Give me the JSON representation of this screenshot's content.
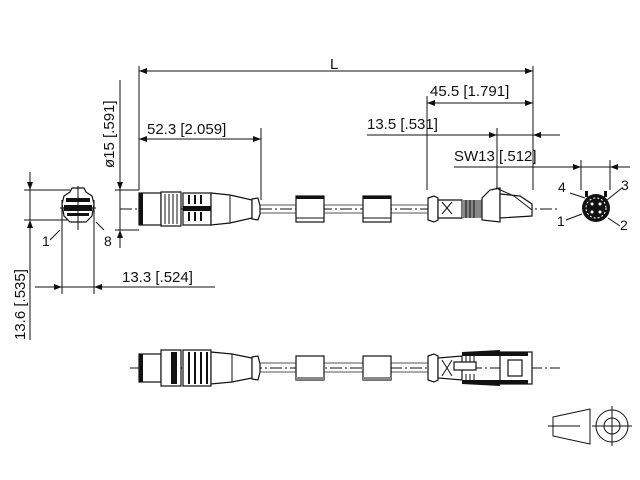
{
  "drawing": {
    "title": "M12 to RJ45 cable assembly dimension drawing",
    "dimensions": {
      "overall_length": "L",
      "rj45_length": "45.5 [1.791]",
      "m12_length": "52.3 [2.059]",
      "boot_length": "13.5 [.531]",
      "wrench_size": "SW13 [.512]",
      "m12_diameter": "ø15 [.591]",
      "rj45_width": "13.3 [.524]",
      "rj45_height": "13.6 [.535]"
    },
    "pin_labels": {
      "rj45_left": "1",
      "rj45_right": "8",
      "m12_tl": "4",
      "m12_tr": "3",
      "m12_bl": "1",
      "m12_br": "2"
    },
    "views": [
      "rj45-end-view",
      "side-view-top",
      "m12-end-view",
      "side-view-bottom",
      "projection-symbol"
    ],
    "projection": "first-angle"
  }
}
